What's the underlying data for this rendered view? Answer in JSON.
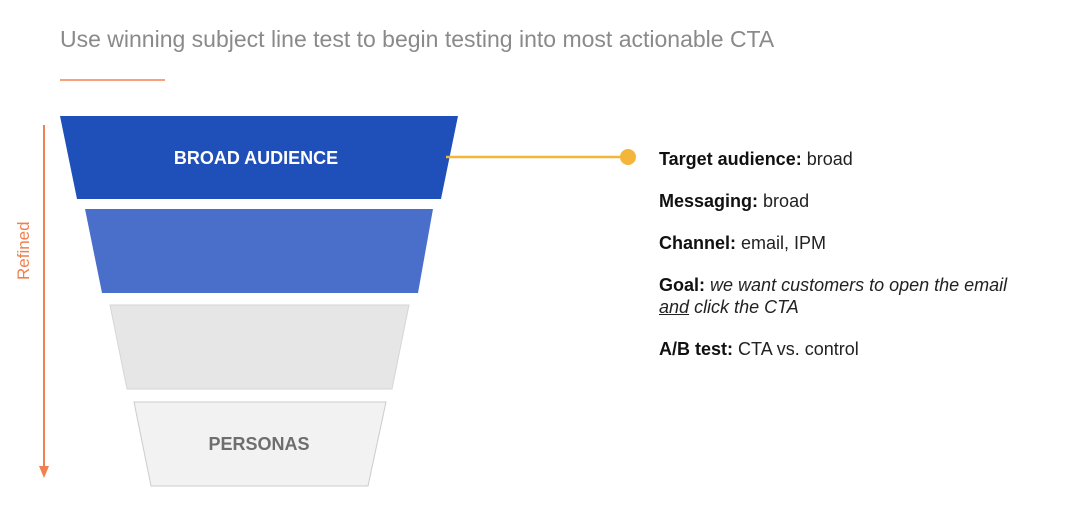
{
  "header": {
    "title": "Use winning subject line test to begin testing into most actionable CTA"
  },
  "axis": {
    "label": "Refined"
  },
  "funnel": {
    "top_label": "BROAD AUDIENCE",
    "bottom_label": "PERSONAS"
  },
  "details": {
    "target_audience": {
      "label": "Target audience:",
      "value": "broad"
    },
    "messaging": {
      "label": "Messaging:",
      "value": "broad"
    },
    "channel": {
      "label": "Channel:",
      "value": "email, IPM"
    },
    "goal": {
      "label": "Goal:",
      "value_part1": "we want customers to open the email",
      "value_and": "and",
      "value_part2": "click the CTA"
    },
    "ab_test": {
      "label": "A/B test:",
      "value": "CTA vs. control"
    }
  },
  "colors": {
    "level1": "#1f4fb8",
    "level2": "#4a6fca",
    "level3": "#e6e6e6",
    "level4": "#f2f2f2",
    "connector": "#f4b63a",
    "arrow": "#f08050",
    "title": "#8a8a8a"
  }
}
